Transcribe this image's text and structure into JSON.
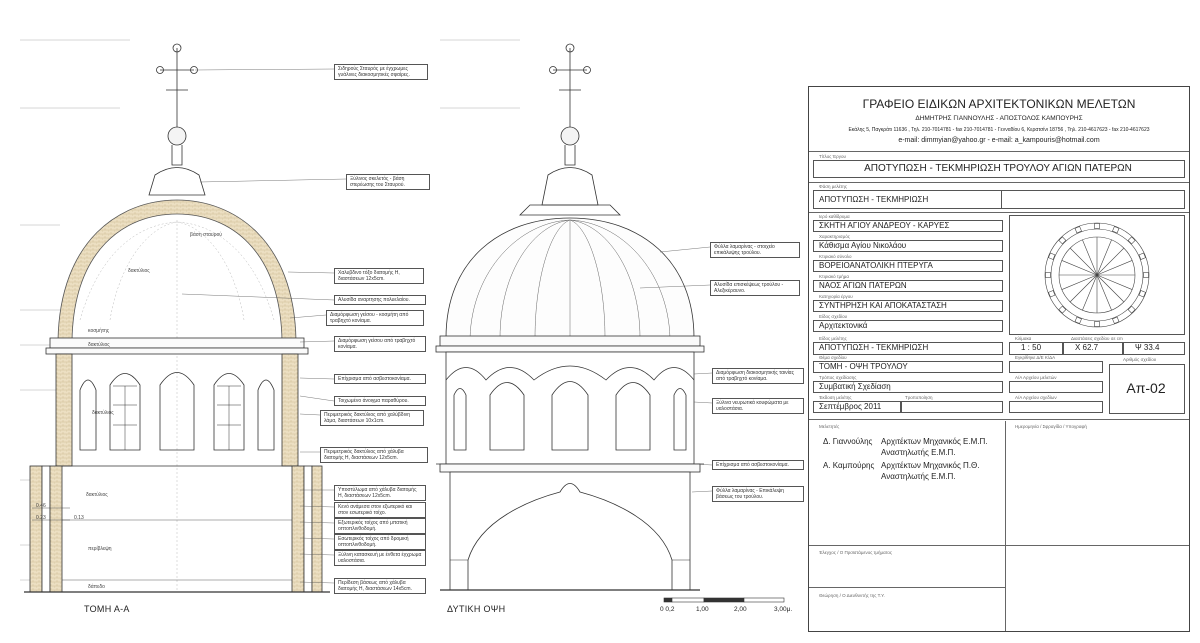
{
  "office": {
    "name": "ΓΡΑΦΕΙΟ ΕΙΔΙΚΩΝ ΑΡΧΙΤΕΚΤΟΝΙΚΩΝ ΜΕΛΕΤΩΝ",
    "partners": "ΔΗΜΗΤΡΗΣ ΓΙΑΝΝΟΥΛΗΣ  -  ΑΠΟΣΤΟΛΟΣ ΚΑΜΠΟΥΡΗΣ",
    "address": "Εκάλης 5, Παγκράτι 11636 , Τηλ. 210-7014781 - fax 210-7014781 - Γενναδίου 6, Κερατσίνι 18756 , Τηλ. 210-4617623 - fax 210-4617623",
    "email": "e-mail: dimmyian@yahoo.gr - e-mail: a_kampouris@hotmail.com"
  },
  "title_block": {
    "project_title_caption": "Τίτλος Έργου",
    "project_title": "ΑΠΟΤΥΠΩΣΗ - ΤΕΚΜΗΡΙΩΣΗ ΤΡΟΥΛΟΥ ΑΓΙΩΝ ΠΑΤΕΡΩΝ",
    "phase_caption": "Φάση μελέτης",
    "phase": "ΑΠΟΤΥΠΩΣΗ - ΤΕΚΜΗΡΙΩΣΗ",
    "location_caption": "Ιερό καθίδρυμα",
    "location": "ΣΚΗΤΗ ΑΓΙΟΥ ΑΝΔΡΕΟΥ - ΚΑΡΥΕΣ",
    "characterization_caption": "Χαρακτηρισμός",
    "characterization": "Κάθισμα Αγίου Νικολάου",
    "complex_caption": "Κτιριακό σύνολο",
    "complex": "ΒΟΡΕΙΟΑΝΑΤΟΛΙΚΗ ΠΤΕΡΥΓΑ",
    "building_caption": "Κτιριακό τμήμα",
    "building": "ΝΑΟΣ ΑΓΙΩΝ ΠΑΤΕΡΩΝ",
    "work_caption": "Κατηγορία έργου",
    "work": "ΣΥΝΤΗΡΗΣΗ ΚΑΙ ΑΠΟΚΑΤΑΣΤΑΣΗ",
    "discipline_caption": "Είδος σχεδίου",
    "discipline": "Αρχιτεκτονικά",
    "study_caption": "Είδος μελέτης",
    "study": "ΑΠΟΤΥΠΩΣΗ - ΤΕΚΜΗΡΙΩΣΗ",
    "scale_caption": "Κλίμακα",
    "scale": "1 : 50",
    "coords_caption": "Διαστάσεις σχεδίου σε cm",
    "x": "X  62.7",
    "y": "Ψ  33.4",
    "drawing_caption": "Θέμα σχεδίου",
    "drawing": "ΤΟΜΗ - ΟΨΗ ΤΡΟΥΛΟΥ",
    "method_caption": "Τρόπος σχεδίασης",
    "method": "Συμβατική Σχεδίαση",
    "date_caption": "Έκδοση μελέτης",
    "date": "Σεπτέμβρος 2011",
    "revision_caption": "Τροποποίηση",
    "sheet_caption": "Αριθμός σχεδίου",
    "sheet_no": "Απ-02",
    "approval_1": "Εγκρίθηκε Δ/Ε Κ/ΔΑ",
    "approval_2": "Α/Α Αρχείου μελετών",
    "approval_3": "Α/Α Αρχείου σχεδίων",
    "engineers_caption": "Μελετητές",
    "signature_caption": "Ημερομηνία / Σφραγίδα / Υπογραφή",
    "engineers": [
      {
        "name": "Δ. Γιαννούλης",
        "title1": "Αρχιτέκτων Μηχανικός Ε.Μ.Π.",
        "title2": "Αναστηλωτής Ε.Μ.Π."
      },
      {
        "name": "Α. Καμπούρης",
        "title1": "Αρχιτέκτων Μηχανικός Π.Θ.",
        "title2": "Αναστηλωτής Ε.Μ.Π."
      }
    ],
    "checked_caption": "Έλεγχος / Ο Προϊστάμενος τμήματος",
    "approved_caption": "Θεώρηση / Ο Διευθυντής της Τ.Υ."
  },
  "views": {
    "section_label": "ΤΟΜΗ Α-Α",
    "elevation_label": "ΔΥΤΙΚΗ ΟΨΗ"
  },
  "scale_bar": [
    "0 0,2",
    "1,00",
    "2,00",
    "3,00μ."
  ],
  "dimensions": [
    "0.46",
    "0.23",
    "0.13"
  ],
  "section_notes": [
    "βάση σταυρού",
    "δακτύλιος",
    "κοσμήτης",
    "δακτύλιος",
    "δακτύλιος",
    "δακτύλιος",
    "περίβλεψη",
    "δάπεδο"
  ],
  "callouts": [
    "Σιδηρούς Σταυρός με έγχρωμες γυάλινες διακοσμητικές σφαίρες.",
    "Ξύλινος σκελετός - βάση στερέωσης του Σταυρού.",
    "Χαλυβδινο τόξο διατομής Η, διαστάσεων 12x5cm.",
    "Αλυσίδα αναρτησης πολυελαίου.",
    "Διαμόρφωση γείσου - κοσμήτη από τραβηχτό κονίαμα.",
    "Διαμόρφωση γείσου από τραβηχτό κονίαμα.",
    "Επίχρισμα από ασβεστοκονίαμα.",
    "Τοιχωμένο άνοιγμα παραθύρου.",
    "Περιμετρικός δακτύλιος από χαλύβδινη λάμα, διαστάσεων 10x1cm.",
    "Περιμετρικός δακτύλιος από χάλυβα διατομής Η, διαστάσεων 12x5cm.",
    "Υποστύλωμα από χάλυβα διατομής Η, διαστάσεων 12x5cm.",
    "Κενό ανάμεσα στον εξωτερικό και στον εσωτερικό τοίχο.",
    "Εξωτερικός τοίχος από μπατική οπτοπλινθοδομή.",
    "Εσωτερικός τοίχος από δρομική οπτοπλινθοδομή.",
    "Ξύλινη κατασκευή με ένθετα έγχρωμα υαλοστάσια.",
    "Περίδεση βάσεως από χάλυβα διατομής Η, διαστάσεων 14x5cm.",
    "Φύλλα λαμαρίνας - στοιχείο επικάλυψης τρούλου.",
    "Αλυσίδα επισκέψεως τρούλου - Αλεξικέραυνο.",
    "Διαμόρφωση διακοσμητικής ταινίας από τραβηχτό κονίαμα.",
    "Ξύλινα νευρωτικά κουφώματα με υαλοστάσια.",
    "Επίχρισμα από ασβεστοκονίαμα.",
    "Φύλλα λαμαρίνας - Επικάλυψη βάσεως του τρούλου."
  ],
  "colors": {
    "line": "#333333",
    "masonry": "#e9dcc0",
    "accent": "#c9b483"
  }
}
